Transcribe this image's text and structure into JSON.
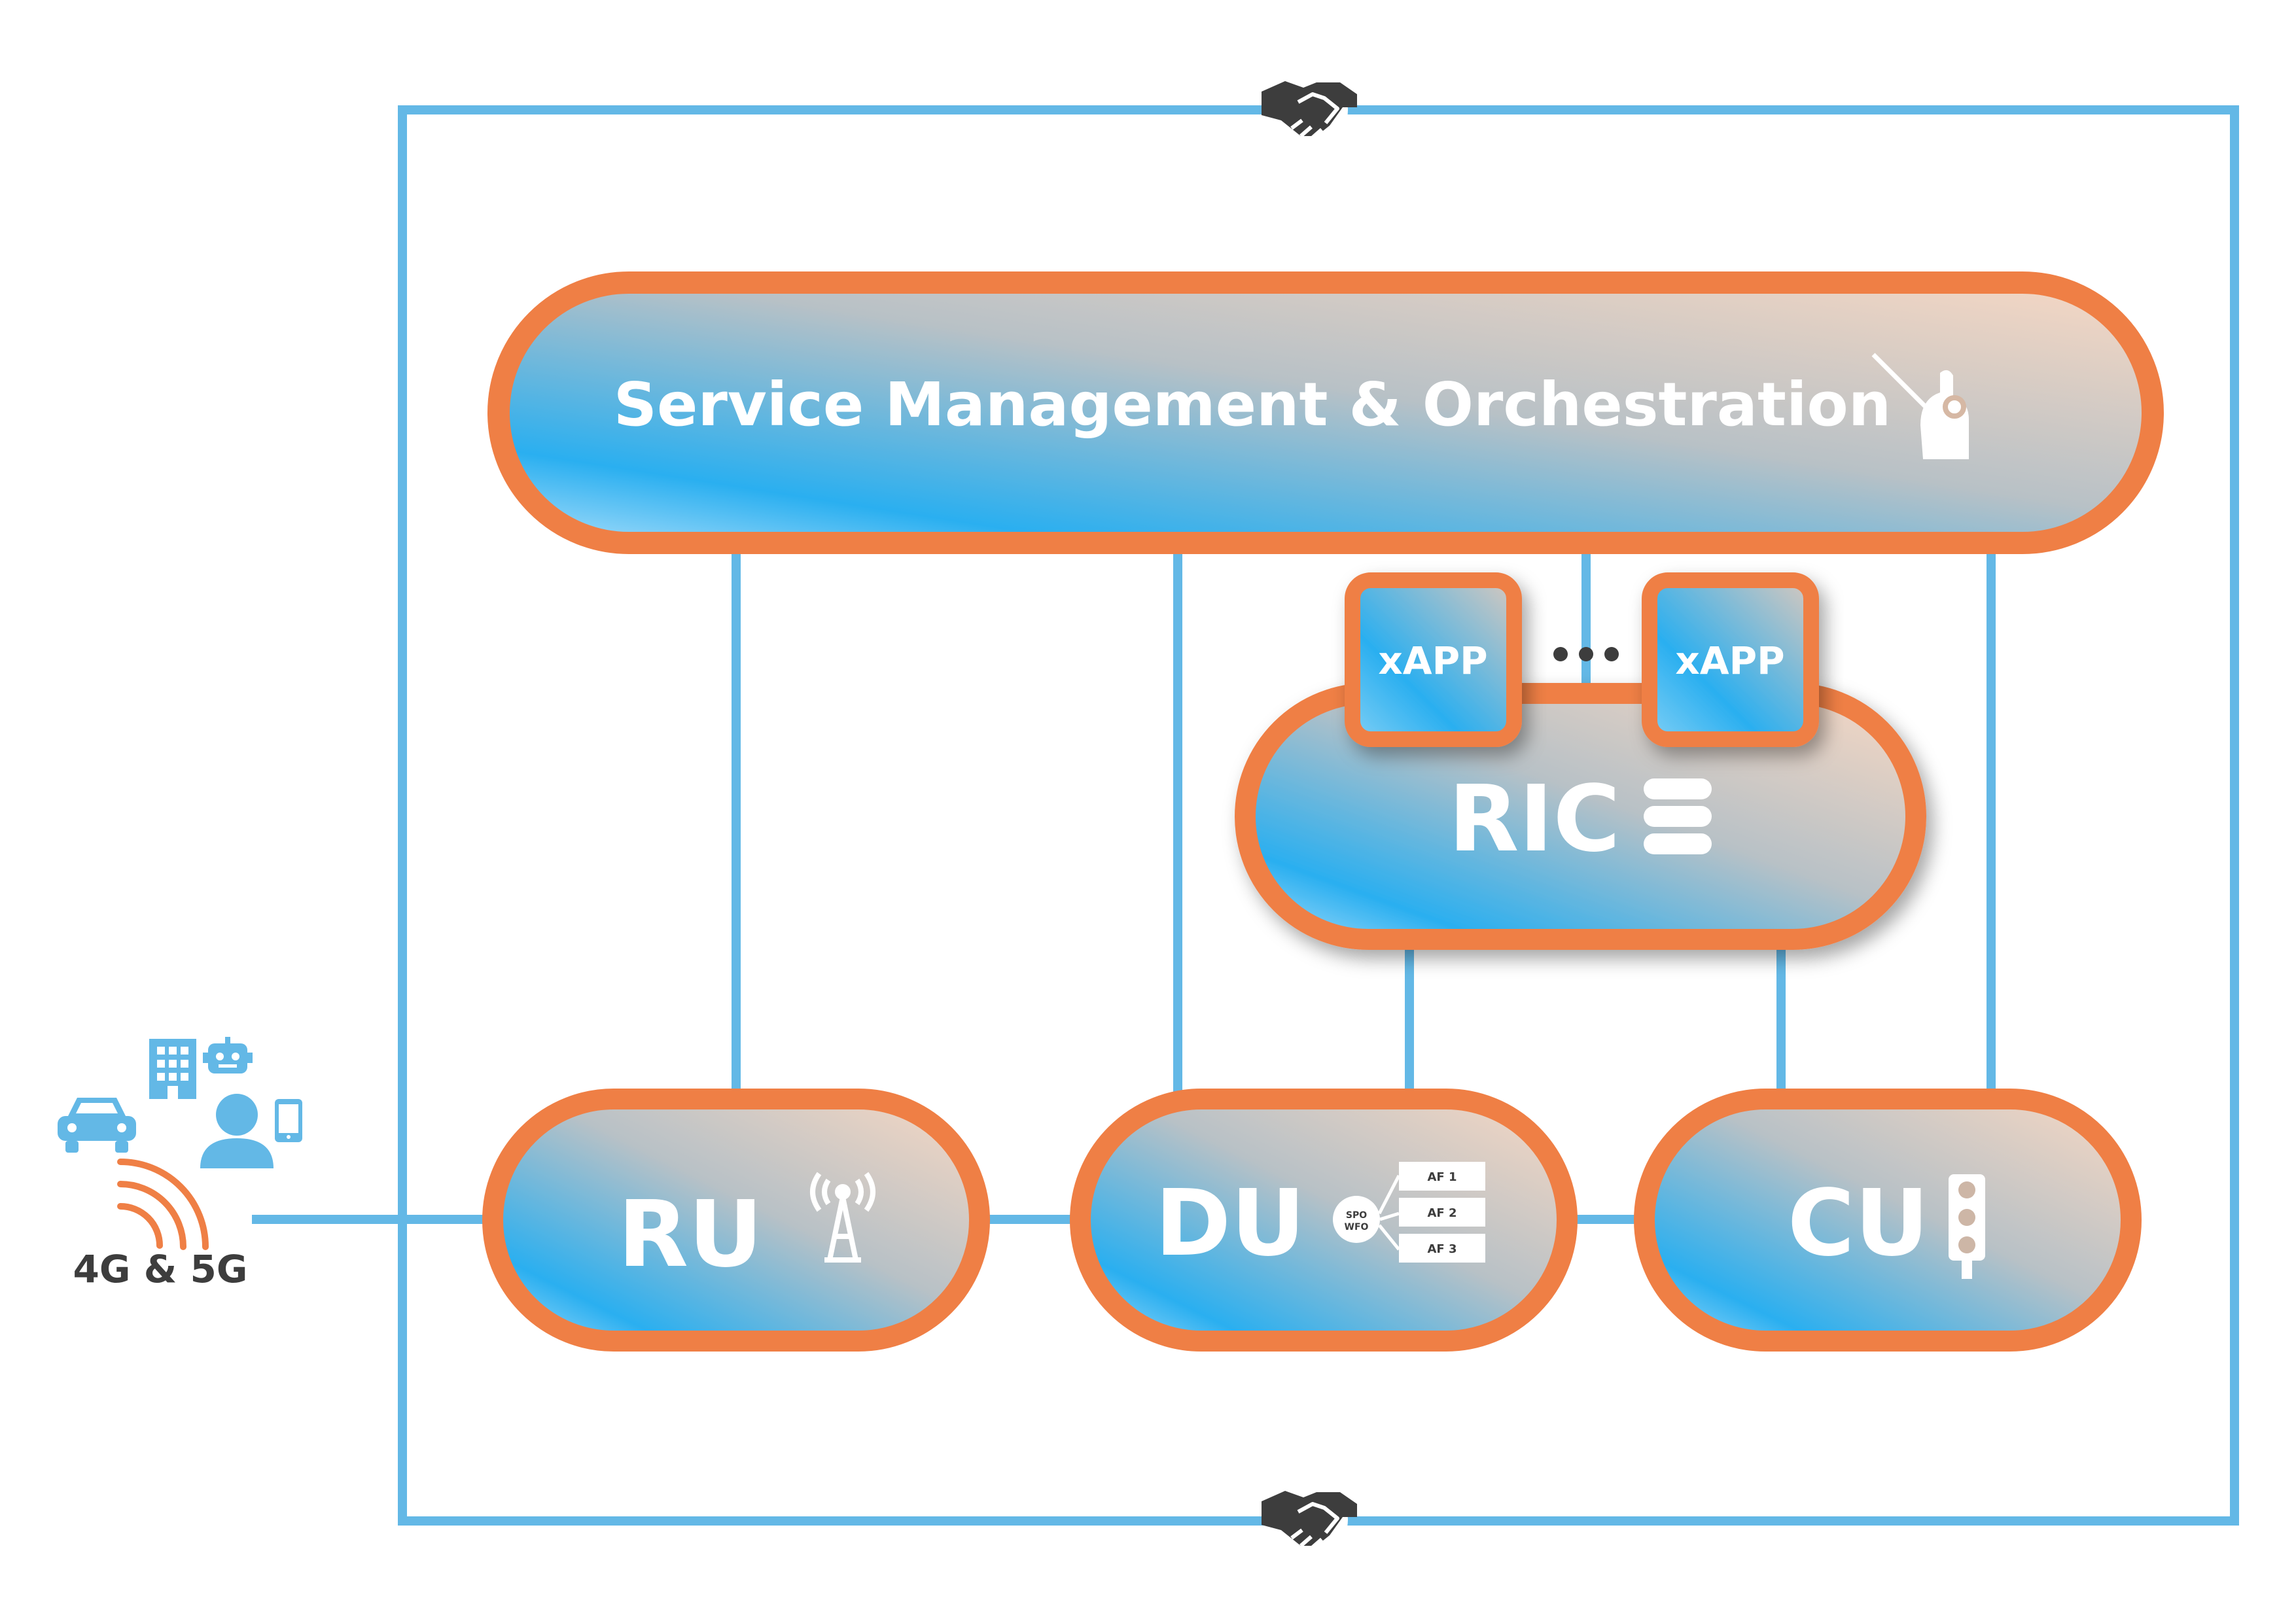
{
  "smo": {
    "label": "Service Management & Orchestration",
    "icon": "conductor-hand-icon"
  },
  "ric": {
    "label": "RIC",
    "icon": "database-icon"
  },
  "xapps": [
    {
      "label": "xAPP"
    },
    {
      "label": "xAPP"
    }
  ],
  "ru": {
    "label": "RU",
    "icon": "antenna-tower-icon"
  },
  "du": {
    "label": "DU",
    "icon": "function-split-icon",
    "hub_lines": [
      "SPO",
      "WFO"
    ],
    "functions": [
      "AF 1",
      "AF 2",
      "AF 3"
    ]
  },
  "cu": {
    "label": "CU",
    "icon": "traffic-light-icon"
  },
  "access": {
    "label": "4G & 5G",
    "icons": [
      "car-icon",
      "building-icon",
      "robot-icon",
      "user-icon",
      "phone-icon",
      "wifi-icon"
    ]
  },
  "partnership_icons": [
    "handshake-icon",
    "handshake-icon"
  ],
  "colors": {
    "frame": "#63b8e6",
    "orange": "#ef7f45",
    "blue": "#29aef0",
    "peach": "#f6d8c4",
    "dark": "#3d3d3d"
  }
}
